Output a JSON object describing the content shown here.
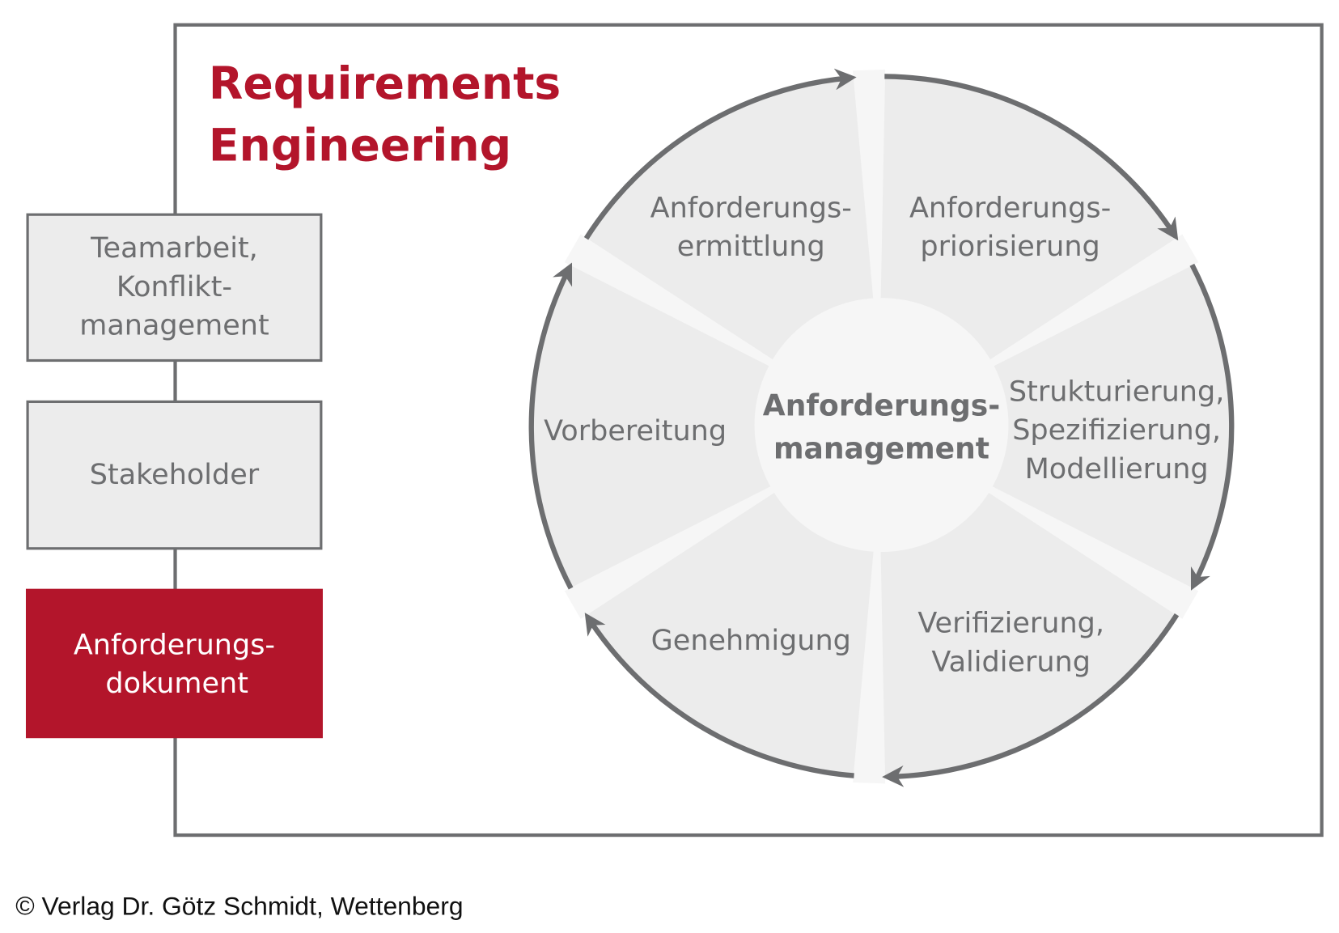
{
  "title": {
    "line1": "Requirements",
    "line2": "Engineering"
  },
  "left_boxes": [
    {
      "lines": [
        "Teamarbeit,",
        "Konflikt-",
        "management"
      ]
    },
    {
      "lines": [
        "Stakeholder"
      ]
    },
    {
      "lines": [
        "Anforderungs-",
        "dokument"
      ],
      "highlighted": true
    }
  ],
  "center": {
    "line1": "Anforderungs-",
    "line2": "management"
  },
  "segments": [
    {
      "lines": [
        "Anforderungs-",
        "ermittlung"
      ]
    },
    {
      "lines": [
        "Anforderungs-",
        "priorisierung"
      ]
    },
    {
      "lines": [
        "Strukturierung,",
        "Spezifizierung,",
        "Modellierung"
      ]
    },
    {
      "lines": [
        "Verifizierung,",
        "Validierung"
      ]
    },
    {
      "lines": [
        "Genehmigung"
      ]
    },
    {
      "lines": [
        "Vorbereitung"
      ]
    }
  ],
  "copyright": "© Verlag Dr. Götz Schmidt, Wettenberg",
  "colors": {
    "accent": "#b3152b",
    "gray": "#6d6e70",
    "segment": "#ececec",
    "gap": "#f6f6f6"
  }
}
